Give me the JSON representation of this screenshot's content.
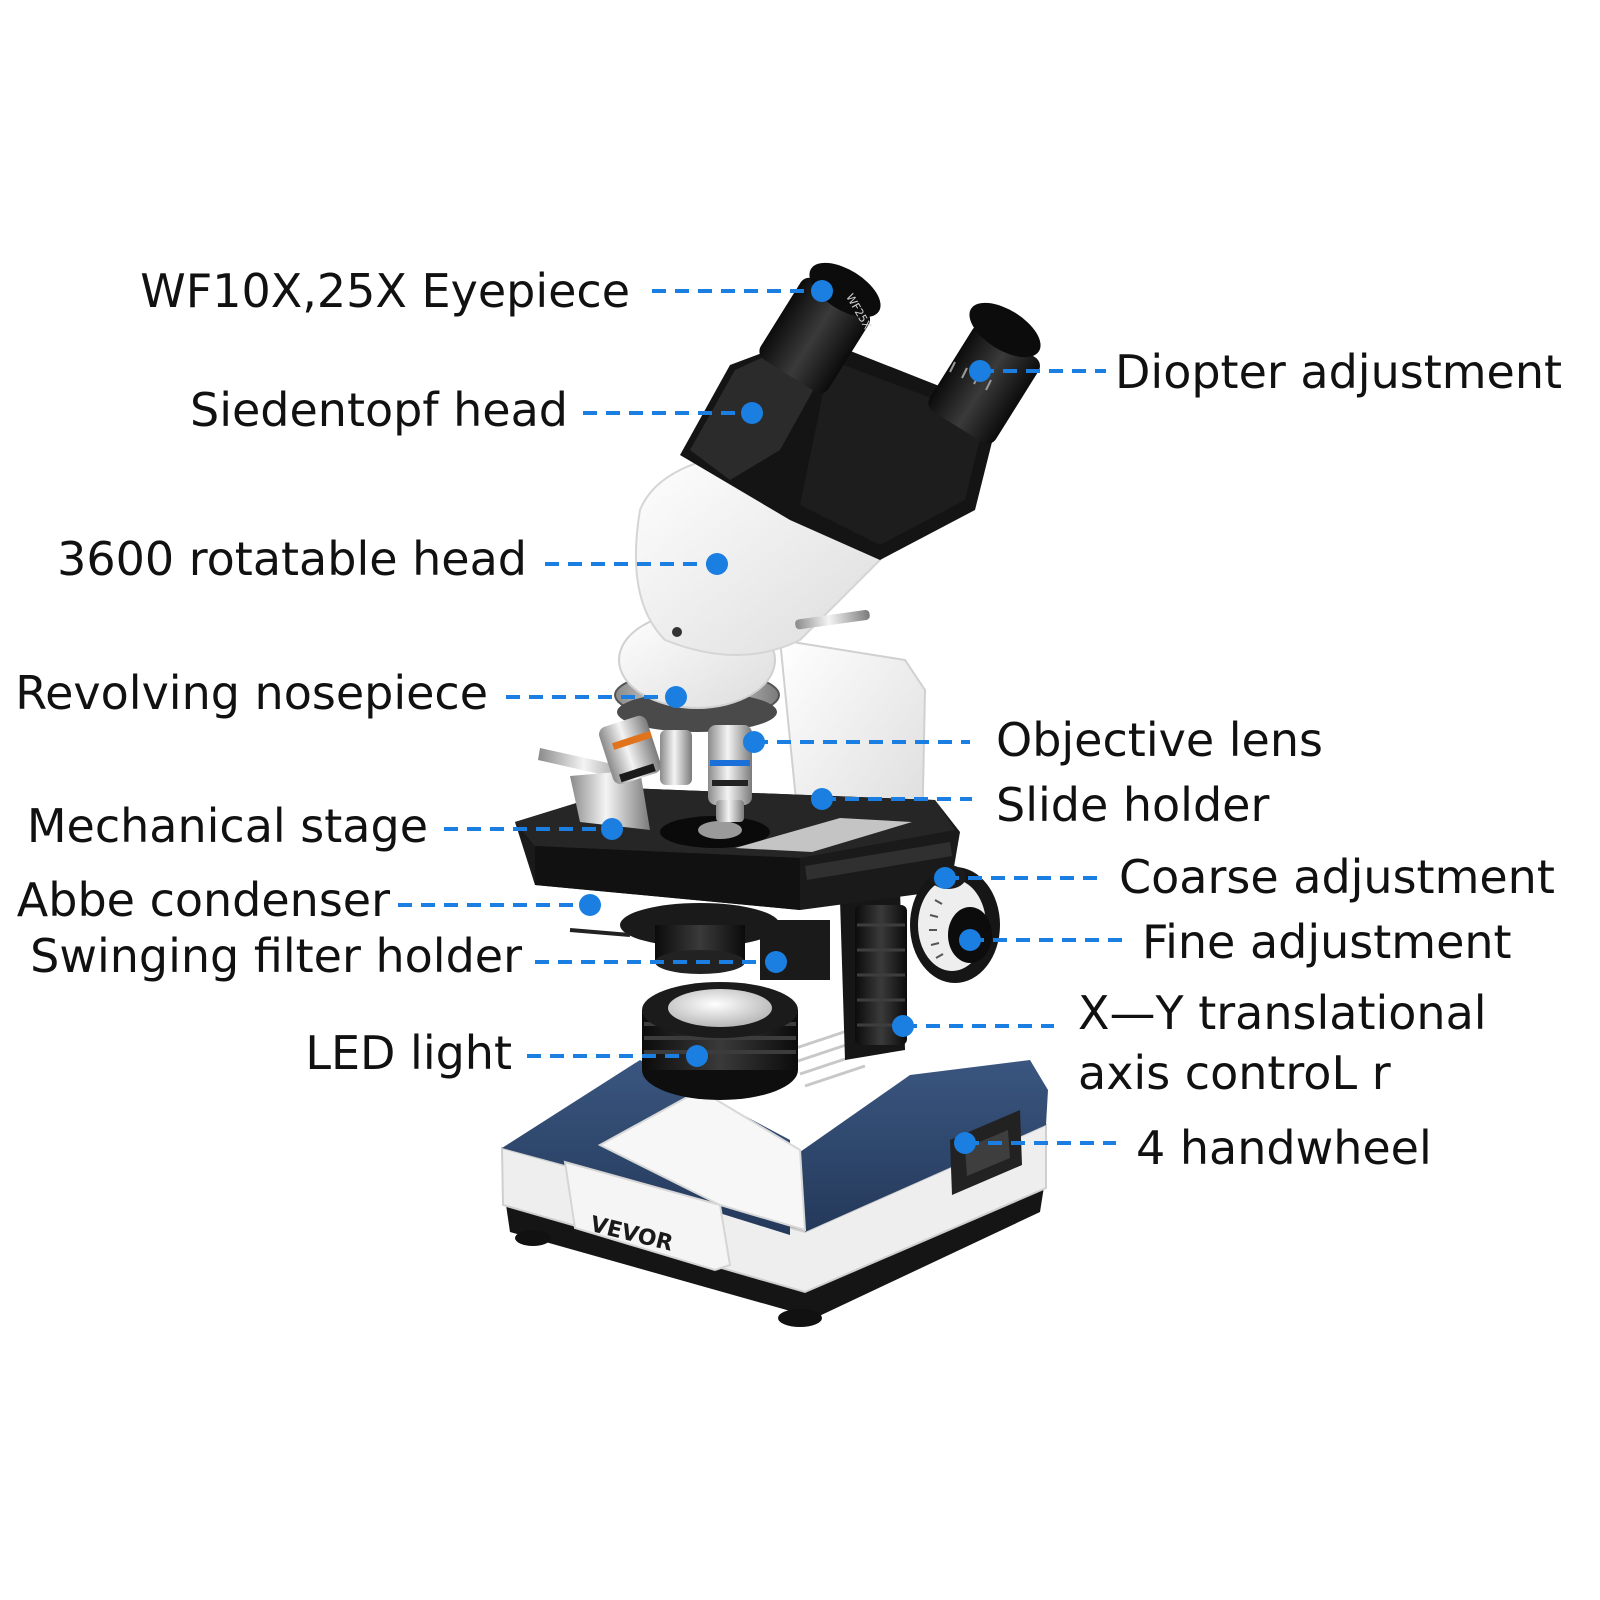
{
  "brand": {
    "logo_text": "VEVOR",
    "eyepiece_mark": "WF25X"
  },
  "colors": {
    "callout": "#1a7fe0",
    "base_blue": "#2c4468",
    "body_white": "#f2f2f2",
    "metal_black": "#161616"
  },
  "labels": {
    "eyepiece": "WF10X,25X Eyepiece",
    "diopter": "Diopter adjustment",
    "siedentopf": "Siedentopf head",
    "rotatable": "3600 rotatable head",
    "nosepiece": "Revolving nosepiece",
    "objective": "Objective lens",
    "slide_holder": "Slide holder",
    "mech_stage": "Mechanical stage",
    "coarse": "Coarse adjustment",
    "abbe": "Abbe condenser",
    "fine": "Fine adjustment",
    "filter": "Swinging filter holder",
    "xy_line1": "X—Y translational",
    "xy_line2": "axis controL r",
    "led": "LED light",
    "handwheel": "4 handwheel"
  }
}
